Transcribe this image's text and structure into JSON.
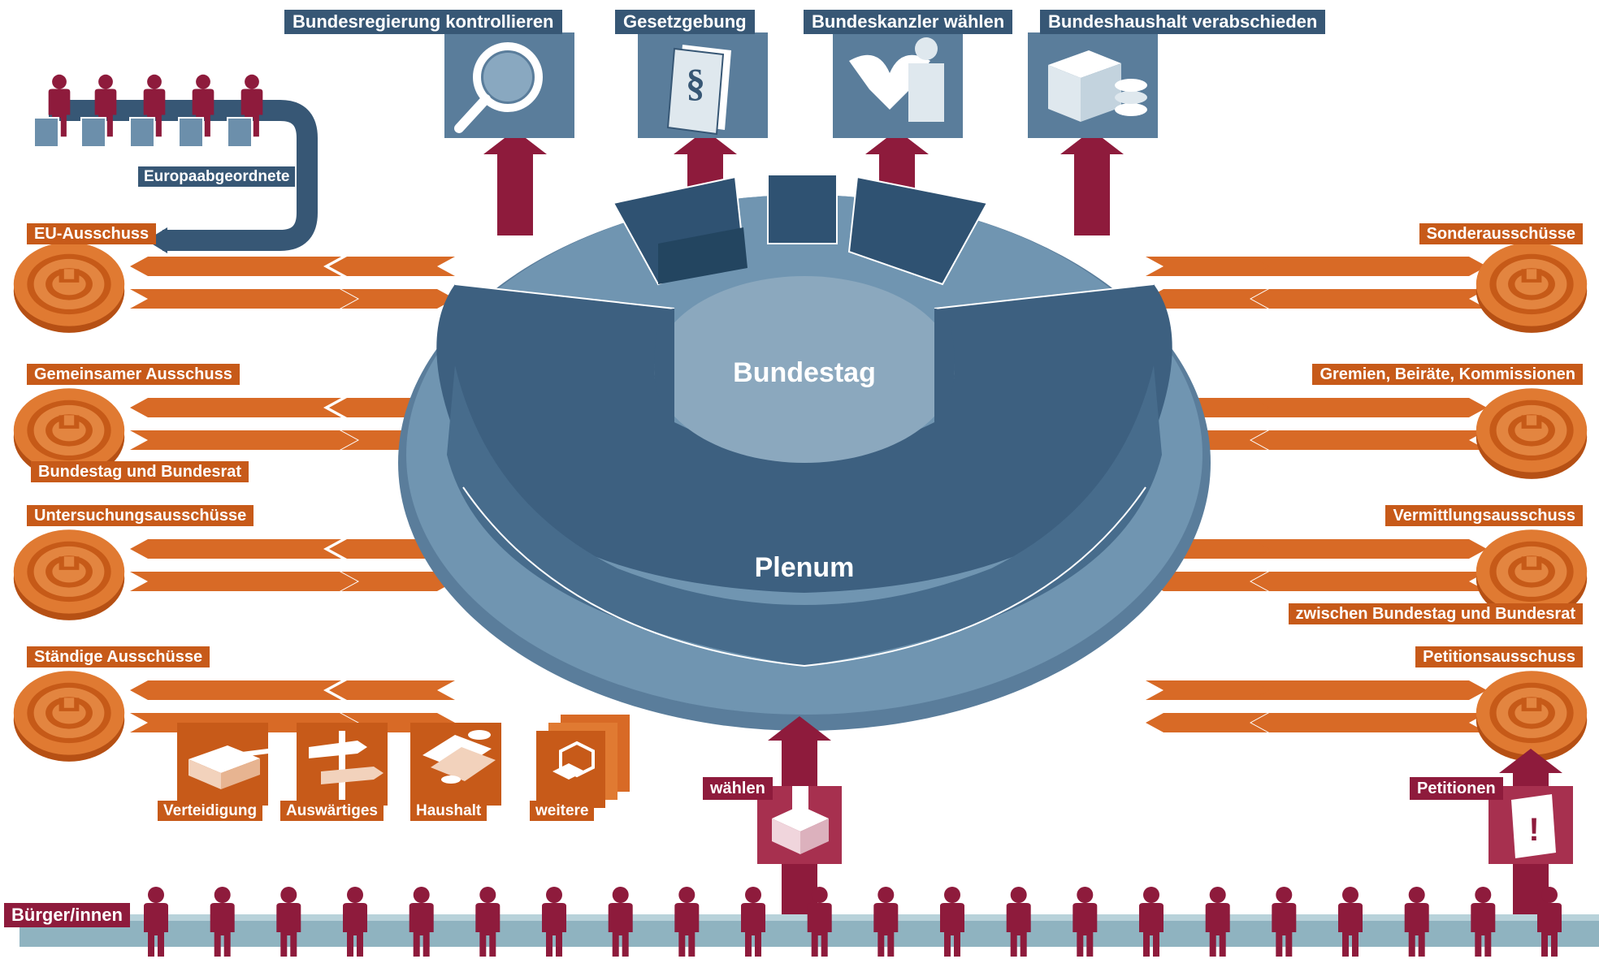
{
  "colors": {
    "blue_dark": "#375775",
    "blue_mid": "#5a7d9b",
    "orange": "#d86a26",
    "orange_dark": "#c75a19",
    "crimson": "#8e1b3c",
    "ground": "#8fb3c0"
  },
  "tasks": [
    {
      "label": "Bundesregierung kontrollieren",
      "icon": "magnifier-icon"
    },
    {
      "label": "Gesetzgebung",
      "icon": "paragraph-document-icon"
    },
    {
      "label": "Bundeskanzler wählen",
      "icon": "eagle-chancellor-icon"
    },
    {
      "label": "Bundeshaushalt verabschieden",
      "icon": "budget-ballot-coins-icon"
    }
  ],
  "center": {
    "top_label": "Bundestag",
    "bottom_label": "Plenum"
  },
  "europe": {
    "label": "Europaabgeordnete",
    "icon": "europe-deputies-icon"
  },
  "committees_left": [
    {
      "label": "EU-Ausschuss",
      "sub": ""
    },
    {
      "label": "Gemeinsamer Ausschuss",
      "sub": "Bundestag und Bundesrat"
    },
    {
      "label": "Untersuchungsausschüsse",
      "sub": ""
    },
    {
      "label": "Ständige Ausschüsse",
      "sub": ""
    }
  ],
  "committees_right": [
    {
      "label": "Sonderausschüsse",
      "sub": ""
    },
    {
      "label": "Gremien, Beiräte, Kommissionen",
      "sub": ""
    },
    {
      "label": "Vermittlungsausschuss",
      "sub": "zwischen Bundestag und Bundesrat"
    },
    {
      "label": "Petitionsausschuss",
      "sub": ""
    }
  ],
  "standing": [
    {
      "label": "Verteidigung",
      "icon": "tank-icon"
    },
    {
      "label": "Auswärtiges",
      "icon": "signpost-icon"
    },
    {
      "label": "Haushalt",
      "icon": "money-icon"
    },
    {
      "label": "weitere",
      "icon": "plus-cube-icon"
    }
  ],
  "citizens": {
    "label": "Bürger/innen",
    "count": 22
  },
  "vote": {
    "label": "wählen",
    "icon": "ballot-box-icon"
  },
  "petitions": {
    "label": "Petitionen",
    "icon": "petition-document-icon"
  }
}
